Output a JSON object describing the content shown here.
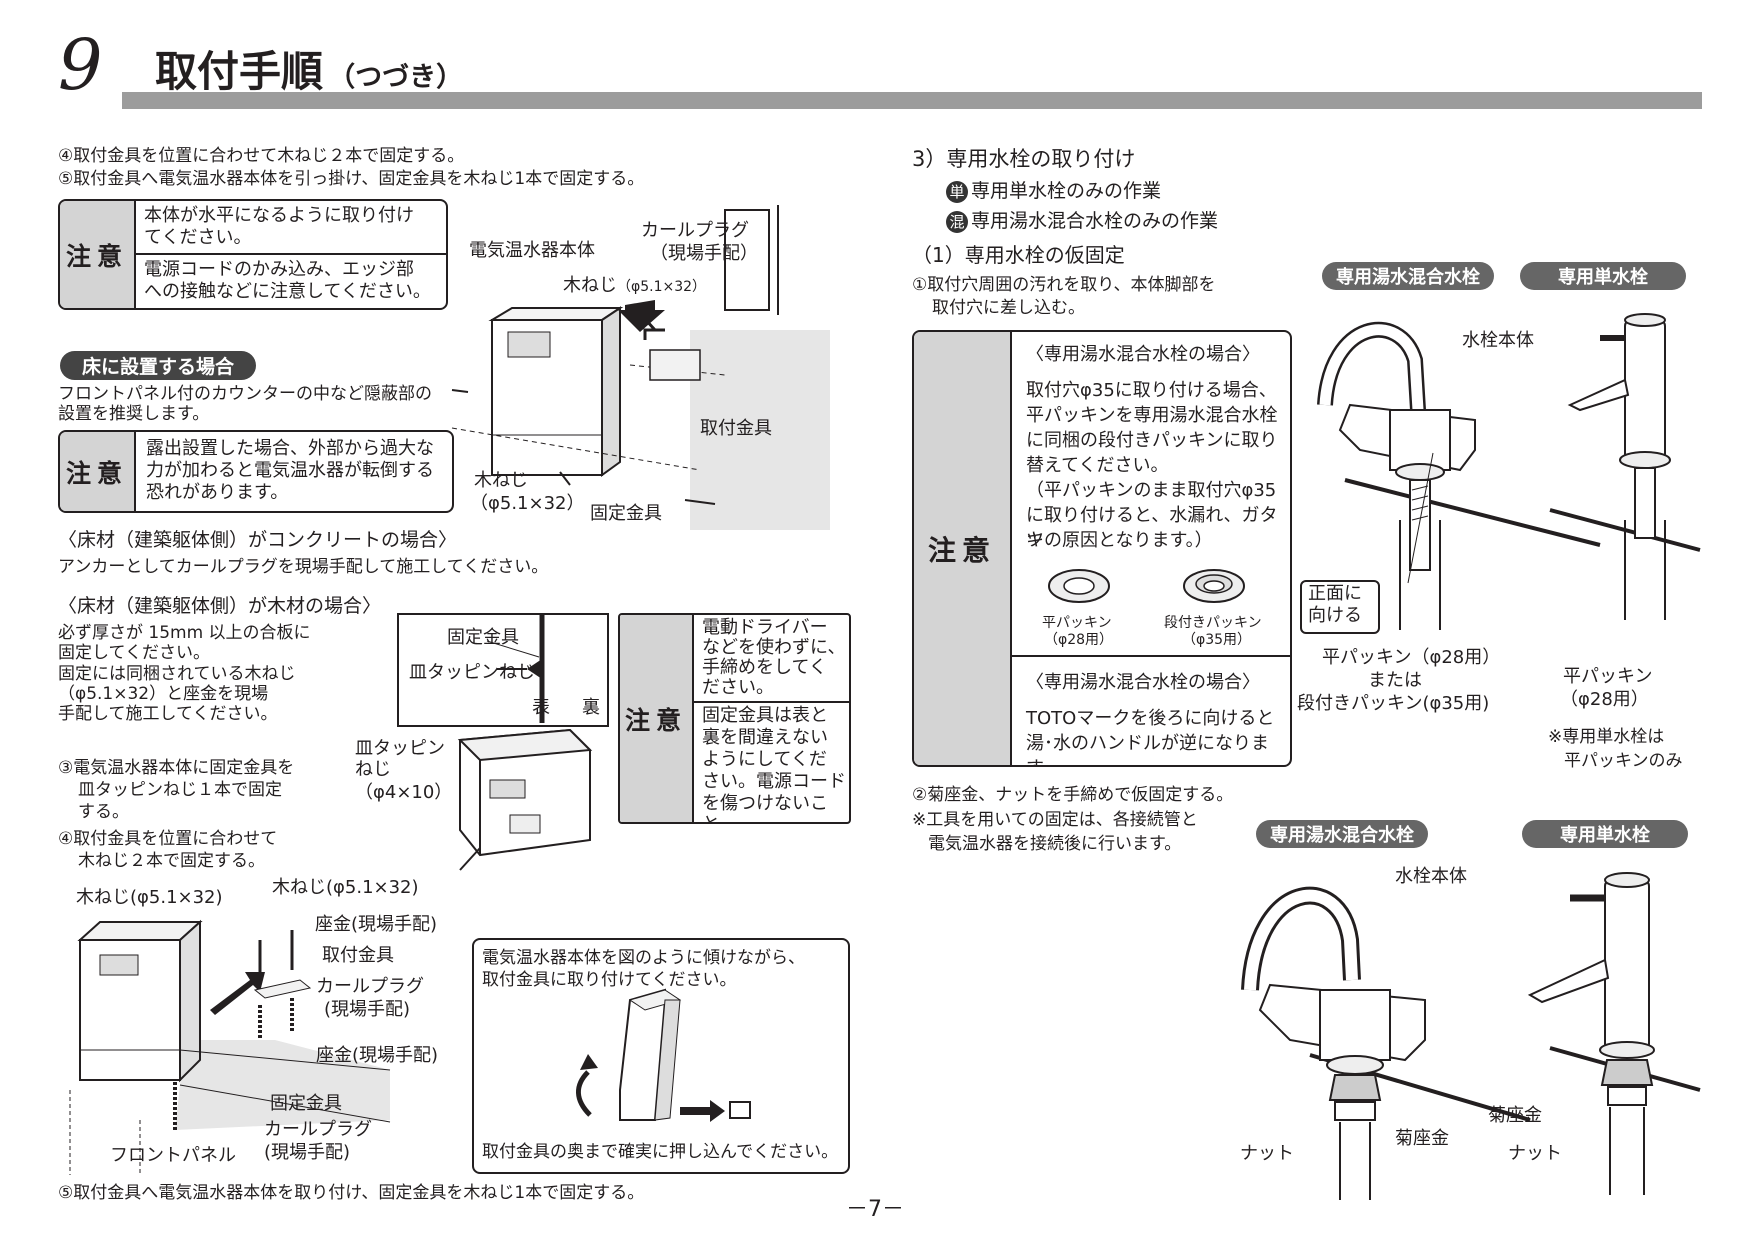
{
  "header": {
    "number": "9",
    "title": "取付手順",
    "subtitle": "（つづき）"
  },
  "left": {
    "step4": "④取付金具を位置に合わせて木ねじ２本で固定する。",
    "step5": "⑤取付金具へ電気温水器本体を引っ掛け、固定金具を木ねじ1本で固定する。",
    "caution1": {
      "head": "注意",
      "row1": [
        "本体が水平になるように取り付け",
        "てください。"
      ],
      "row2": [
        "電源コードのかみ込み、エッジ部",
        "への接触などに注意してください。"
      ]
    },
    "fig1": {
      "body": "電気温水器本体",
      "plug": "カールプラグ",
      "plug_note": "（現場手配）",
      "screw": "木ねじ",
      "screw_size": "（φ5.1×32）",
      "bracket": "取付金具",
      "screw2": "木ねじ",
      "screw2_size": "（φ5.1×32）",
      "fixing": "固定金具"
    },
    "floor_pill": "床に設置する場合",
    "floor_text": [
      "フロントパネル付のカウンターの中など隠蔽部の",
      "設置を推奨します。"
    ],
    "caution2": {
      "head": "注意",
      "lines": [
        "露出設置した場合、外部から過大な",
        "力が加わると電気温水器が転倒する",
        "恐れがあります。"
      ]
    },
    "concrete_title": "〈床材（建築躯体側）がコンクリートの場合〉",
    "concrete_text": "アンカーとしてカールプラグを現場手配して施工してください。",
    "wood_title": "〈床材（建築躯体側）が木材の場合〉",
    "wood_text": [
      "必ず厚さが 15mm 以上の合板に",
      "固定してください。",
      "固定には同梱されている木ねじ",
      "（φ5.1×32）と座金を現場",
      "手配して施工してください。"
    ],
    "fig2": {
      "fixing": "固定金具",
      "tapping": "皿タッピンねじ",
      "front": "表",
      "back": "裏",
      "tapping2": "皿タッピン",
      "tapping2b": "ねじ",
      "tapping2_size": "（φ4×10）"
    },
    "caution3": {
      "head": "注意",
      "row1": [
        "電動ドライバー",
        "などを使わずに、",
        "手締めをしてく",
        "ださい。"
      ],
      "row2": [
        "固定金具は表と",
        "裏を間違えない",
        "ようにしてくだ",
        "さい。電源コード",
        "を傷つけないこと。"
      ]
    },
    "step3b": [
      "③電気温水器本体に固定金具を",
      "皿タッピンねじ１本で固定",
      "する。"
    ],
    "step4b": [
      "④取付金具を位置に合わせて",
      "木ねじ２本で固定する。"
    ],
    "fig3": {
      "screw": "木ねじ(φ5.1×32)",
      "screw2": "木ねじ(φ5.1×32)",
      "washer": "座金(現場手配)",
      "bracket": "取付金具",
      "plug": "カールプラグ",
      "plug_note": "(現場手配)",
      "washer2": "座金(現場手配)",
      "fixing": "固定金具",
      "plug2": "カールプラグ",
      "plug2_note": "(現場手配)",
      "panel": "フロントパネル"
    },
    "inset": {
      "text1": [
        "電気温水器本体を図のように傾けながら、",
        "取付金具に取り付けてください。"
      ],
      "text2": "取付金具の奥まで確実に押し込んでください。"
    },
    "step5b": "⑤取付金具へ電気温水器本体を取り付け、固定金具を木ねじ1本で固定する。"
  },
  "right": {
    "section": "3）専用水栓の取り付け",
    "single_badge": "単",
    "single": "専用単水栓のみの作業",
    "mixed_badge": "混",
    "mixed": "専用湯水混合水栓のみの作業",
    "sub": "（1）専用水栓の仮固定",
    "step1": [
      "①取付穴周囲の汚れを取り、本体脚部を",
      "取付穴に差し込む。"
    ],
    "caution": {
      "head": "注意",
      "block1_title": "〈専用湯水混合水栓の場合〉",
      "block1": [
        "取付穴φ35に取り付ける場合、",
        "平パッキンを専用湯水混合水栓",
        "に同梱の段付きパッキンに取り",
        "替えてください。",
        "（平パッキンのまま取付穴φ35",
        "に取り付けると、水漏れ、ガタツ",
        "キの原因となります。）"
      ],
      "packing1": "平パッキン",
      "packing1_size": "（φ28用）",
      "packing2": "段付きパッキン",
      "packing2_size": "（φ35用）",
      "block2_title": "〈専用湯水混合水栓の場合〉",
      "block2": [
        "TOTOマークを後ろに向けると",
        "湯･水のハンドルが逆になります。"
      ]
    },
    "fig4": {
      "mixed_pill": "専用湯水混合水栓",
      "single_pill": "専用単水栓",
      "body": "水栓本体",
      "front": [
        "正面に",
        "向ける"
      ],
      "packing": [
        "平パッキン（φ28用）",
        "または",
        "段付きパッキン(φ35用)"
      ],
      "packing_single": [
        "平パッキン",
        "（φ28用）"
      ],
      "note": [
        "※専用単水栓は",
        "平パッキンのみ"
      ]
    },
    "step2": "②菊座金、ナットを手締めで仮固定する。",
    "note2": [
      "※工具を用いての固定は、各接続管と",
      "電気温水器を接続後に行います。"
    ],
    "fig5": {
      "mixed_pill": "専用湯水混合水栓",
      "single_pill": "専用単水栓",
      "body": "水栓本体",
      "nut": "ナット",
      "washer": "菊座金",
      "washer2": "菊座金",
      "nut2": "ナット"
    }
  },
  "page_number": "－7－"
}
